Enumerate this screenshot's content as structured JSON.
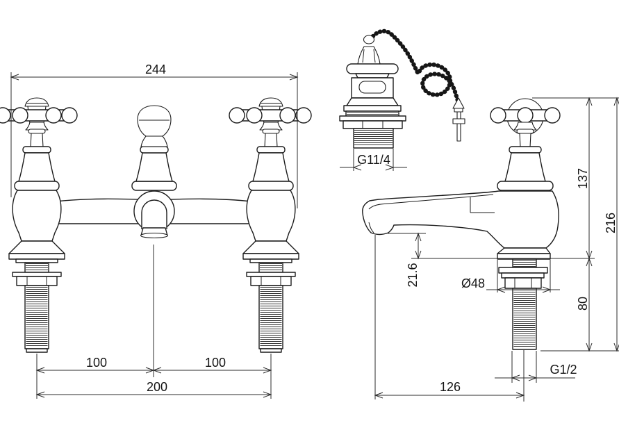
{
  "drawing": {
    "type": "technical dimension drawing",
    "subject": "two-handle bridge bath filler tap with basin waste and chain plug",
    "background_color": "#ffffff",
    "line_color": "#1c1c1c"
  },
  "dims": {
    "overall_width": "244",
    "left_spacing": "100",
    "right_spacing": "100",
    "tail_centres": "200",
    "waste_thread": "G11/4",
    "deck_to_handle_top": "137",
    "overall_height": "216",
    "spout_clearance": "21.6",
    "flange_diameter": "Ø48",
    "shank_length": "80",
    "inlet_thread": "G1/2",
    "spout_reach": "126"
  }
}
